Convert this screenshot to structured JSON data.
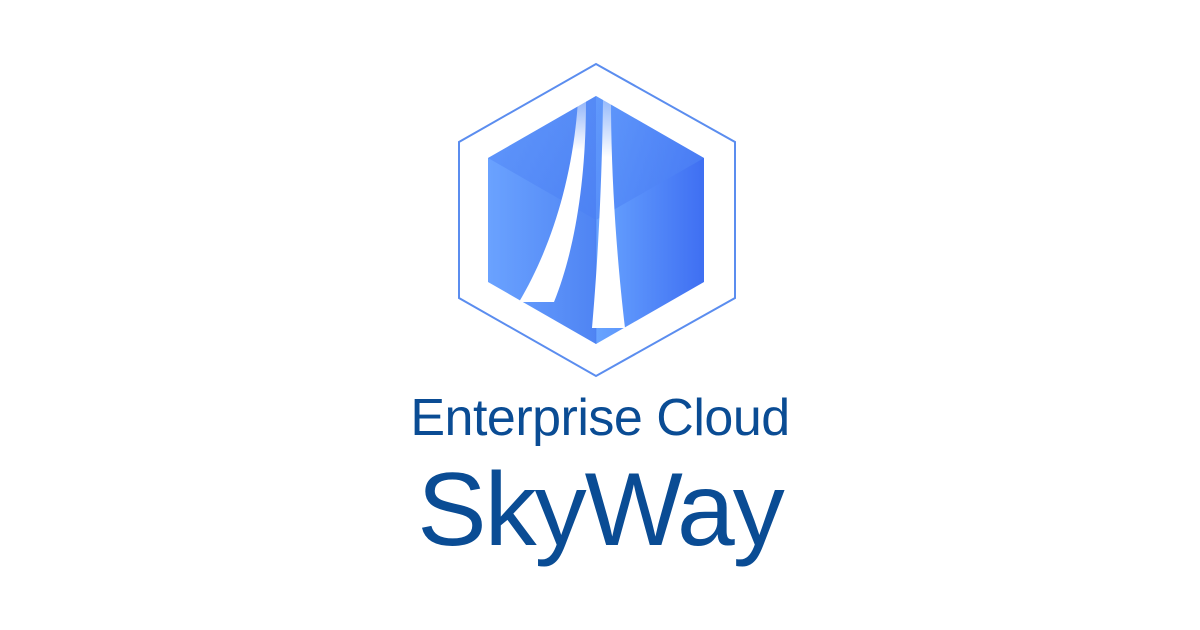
{
  "brand": {
    "subtitle": "Enterprise Cloud",
    "title": "SkyWay"
  },
  "colors": {
    "background": "#ffffff",
    "text": "#0a4c94",
    "outline": "#5b8def",
    "cube_light": "#6aa2ff",
    "cube_mid": "#4d86f5",
    "cube_dark": "#3a6ff0"
  },
  "icons": {
    "logo": "skyway-hexagon-cube-logo"
  }
}
